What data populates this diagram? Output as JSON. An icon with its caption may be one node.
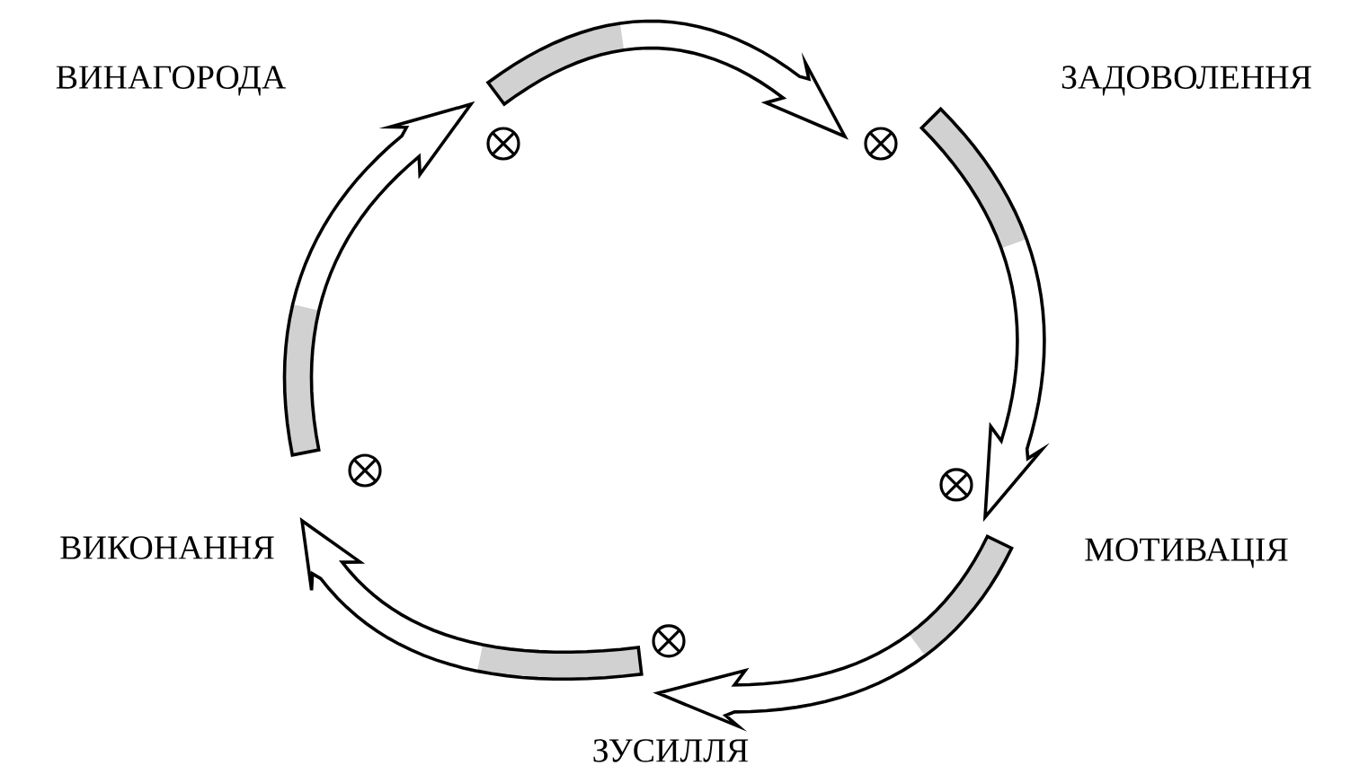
{
  "diagram": {
    "labels": [
      "ВИНАГОРОДА",
      "ЗАДОВОЛЕННЯ",
      "МОТИВАЦІЯ",
      "ЗУСИЛЛЯ",
      "ВИКОНАННЯ"
    ]
  }
}
